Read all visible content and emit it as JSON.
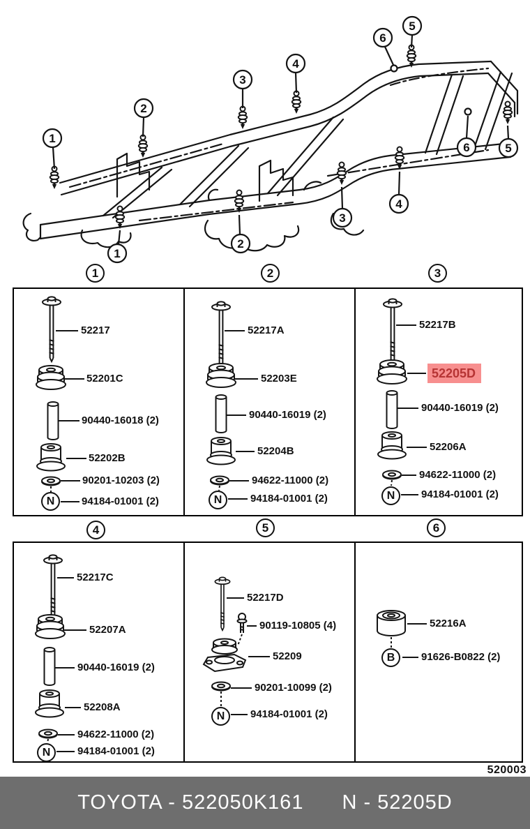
{
  "code": "520003",
  "footer": {
    "left": "TOYOTA - 522050K161",
    "right": "N - 52205D"
  },
  "colors": {
    "highlight_bg": "#F78F8F",
    "highlight_text": "#B63434",
    "footer_bg": "#6E6E6E",
    "line": "#141414"
  },
  "frame": {
    "callouts": [
      {
        "num": "1"
      },
      {
        "num": "1"
      },
      {
        "num": "2"
      },
      {
        "num": "2"
      },
      {
        "num": "3"
      },
      {
        "num": "3"
      },
      {
        "num": "4"
      },
      {
        "num": "4"
      },
      {
        "num": "5"
      },
      {
        "num": "5"
      },
      {
        "num": "6"
      },
      {
        "num": "6"
      }
    ]
  },
  "panels": [
    {
      "num": "1",
      "items": [
        {
          "label": "52217"
        },
        {
          "label": "52201C"
        },
        {
          "label": "90440-16018 (2)"
        },
        {
          "label": "52202B"
        },
        {
          "label": "90201-10203 (2)"
        },
        {
          "label": "94184-01001 (2)",
          "badge": "N"
        }
      ]
    },
    {
      "num": "2",
      "items": [
        {
          "label": "52217A"
        },
        {
          "label": "52203E"
        },
        {
          "label": "90440-16019 (2)"
        },
        {
          "label": "52204B"
        },
        {
          "label": "94622-11000 (2)"
        },
        {
          "label": "94184-01001 (2)",
          "badge": "N"
        }
      ]
    },
    {
      "num": "3",
      "items": [
        {
          "label": "52217B"
        },
        {
          "label": "52205D",
          "highlighted": true
        },
        {
          "label": "90440-16019 (2)"
        },
        {
          "label": "52206A"
        },
        {
          "label": "94622-11000 (2)"
        },
        {
          "label": "94184-01001 (2)",
          "badge": "N"
        }
      ]
    },
    {
      "num": "4",
      "items": [
        {
          "label": "52217C"
        },
        {
          "label": "52207A"
        },
        {
          "label": "90440-16019 (2)"
        },
        {
          "label": "52208A"
        },
        {
          "label": "94622-11000 (2)"
        },
        {
          "label": "94184-01001 (2)",
          "badge": "N"
        }
      ]
    },
    {
      "num": "5",
      "items": [
        {
          "label": "52217D"
        },
        {
          "label": "90119-10805 (4)"
        },
        {
          "label": "52209"
        },
        {
          "label": "90201-10099 (2)"
        },
        {
          "label": "94184-01001 (2)",
          "badge": "N"
        }
      ]
    },
    {
      "num": "6",
      "items": [
        {
          "label": "52216A"
        },
        {
          "label": "91626-B0822 (2)",
          "badge": "B"
        }
      ]
    }
  ]
}
